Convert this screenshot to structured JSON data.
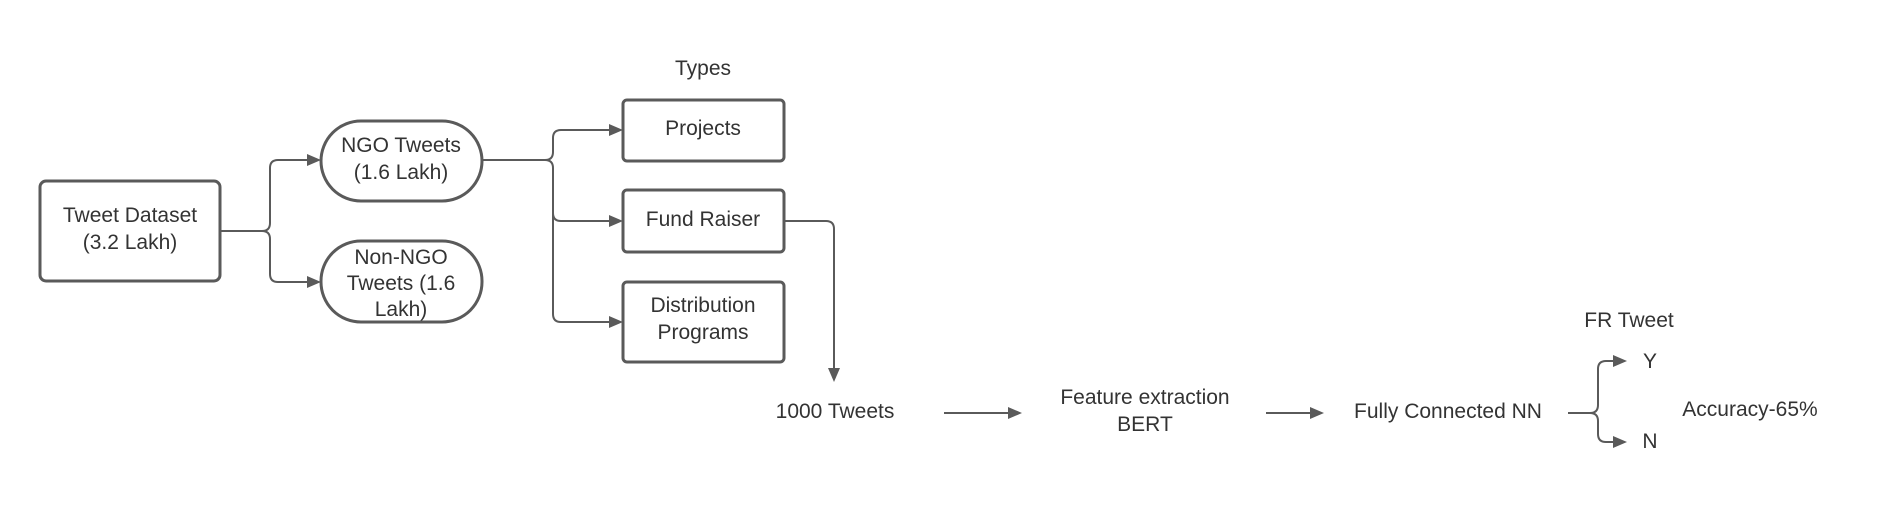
{
  "nodes": {
    "tweet_dataset": {
      "line1": "Tweet Dataset",
      "line2": "(3.2 Lakh)"
    },
    "ngo_tweets": {
      "line1": "NGO Tweets",
      "line2": "(1.6 Lakh)"
    },
    "non_ngo_tweets": {
      "line1": "Non-NGO",
      "line2": "Tweets (1.6",
      "line3": "Lakh)"
    },
    "types_label": "Types",
    "projects": "Projects",
    "fund_raiser": "Fund Raiser",
    "distribution_programs": {
      "line1": "Distribution",
      "line2": "Programs"
    },
    "thousand_tweets": "1000 Tweets",
    "feature_extraction": {
      "line1": "Feature extraction",
      "line2": "BERT"
    },
    "fully_connected_nn": "Fully Connected NN",
    "fr_tweet_label": "FR Tweet",
    "output_yes": "Y",
    "output_no": "N",
    "accuracy": "Accuracy-65%"
  },
  "colors": {
    "stroke": "#5a5a5a",
    "text": "#333333",
    "background": "#ffffff"
  }
}
